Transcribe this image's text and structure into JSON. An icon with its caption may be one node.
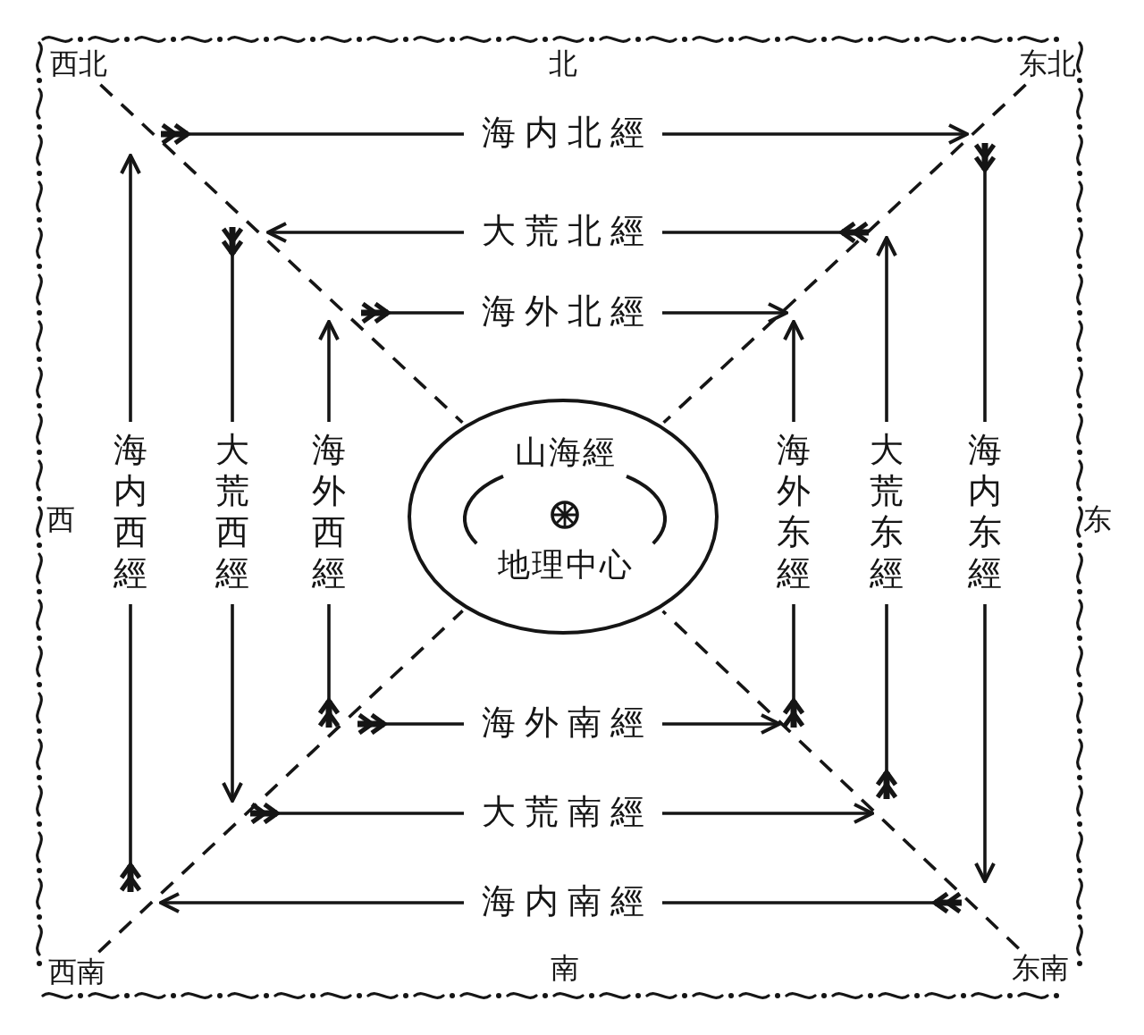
{
  "diagram": {
    "nodes": [
      {
        "text": [
          "西北"
        ]
      },
      {
        "text": [
          "东北"
        ]
      },
      {
        "text": [
          "海内北經"
        ]
      },
      {
        "text": [
          "大荒北經"
        ]
      },
      {
        "text": [
          "海外北經"
        ]
      },
      {
        "text": [
          "海内西經"
        ]
      },
      {
        "text": [
          "大荒西經"
        ]
      },
      {
        "text": [
          "海外西經"
        ]
      },
      {
        "text": [
          "山海經",
          "地理中心"
        ]
      },
      {
        "text": [
          "海外东經"
        ]
      },
      {
        "text": [
          "大荒东經"
        ]
      },
      {
        "text": [
          "海内东經"
        ]
      },
      {
        "text": [
          "海外南經"
        ]
      },
      {
        "text": [
          "大荒南經"
        ]
      },
      {
        "text": [
          "海内南經"
        ]
      },
      {
        "text": [
          "西南"
        ]
      },
      {
        "text": [
          "东南"
        ]
      }
    ],
    "edges": [
      {
        "from": null,
        "to": 2,
        "arrow": "other"
      },
      {
        "from": 2,
        "to": null,
        "arrow": "to"
      },
      {
        "from": null,
        "to": 3,
        "arrow": "other"
      },
      {
        "from": 3,
        "to": null,
        "arrow": "to"
      },
      {
        "from": null,
        "to": 4,
        "arrow": "other"
      },
      {
        "from": 4,
        "to": null,
        "arrow": "to"
      },
      {
        "from": null,
        "to": 5,
        "arrow": "other"
      },
      {
        "from": 5,
        "to": null,
        "arrow": "to"
      },
      {
        "from": null,
        "to": 6,
        "arrow": "other"
      },
      {
        "from": 6,
        "to": null,
        "arrow": "to"
      },
      {
        "from": null,
        "to": 7,
        "arrow": "other"
      },
      {
        "from": 7,
        "to": null,
        "arrow": "to"
      },
      {
        "from": null,
        "to": 9,
        "arrow": "other"
      },
      {
        "from": 9,
        "to": null,
        "arrow": "to"
      },
      {
        "from": null,
        "to": 10,
        "arrow": "other"
      },
      {
        "from": 10,
        "to": null,
        "arrow": "to"
      },
      {
        "from": null,
        "to": 11,
        "arrow": "other"
      },
      {
        "from": 11,
        "to": null,
        "arrow": "to"
      },
      {
        "from": null,
        "to": 12,
        "arrow": "other"
      },
      {
        "from": 12,
        "to": null,
        "arrow": "to"
      },
      {
        "from": null,
        "to": 13,
        "arrow": "other"
      },
      {
        "from": 13,
        "to": null,
        "arrow": "to"
      },
      {
        "from": null,
        "to": 14,
        "arrow": "other"
      },
      {
        "from": 14,
        "to": null,
        "arrow": "to"
      },
      {
        "from": 0,
        "to": 8,
        "arrow": "none",
        "style": "dashed"
      },
      {
        "from": 1,
        "to": 8,
        "arrow": "none",
        "style": "dashed"
      },
      {
        "from": 15,
        "to": 8,
        "arrow": "none",
        "style": "dashed"
      },
      {
        "from": 16,
        "to": 8,
        "arrow": "none",
        "style": "dashed"
      }
    ],
    "labels": [
      "北",
      "西",
      "东",
      "南"
    ]
  }
}
